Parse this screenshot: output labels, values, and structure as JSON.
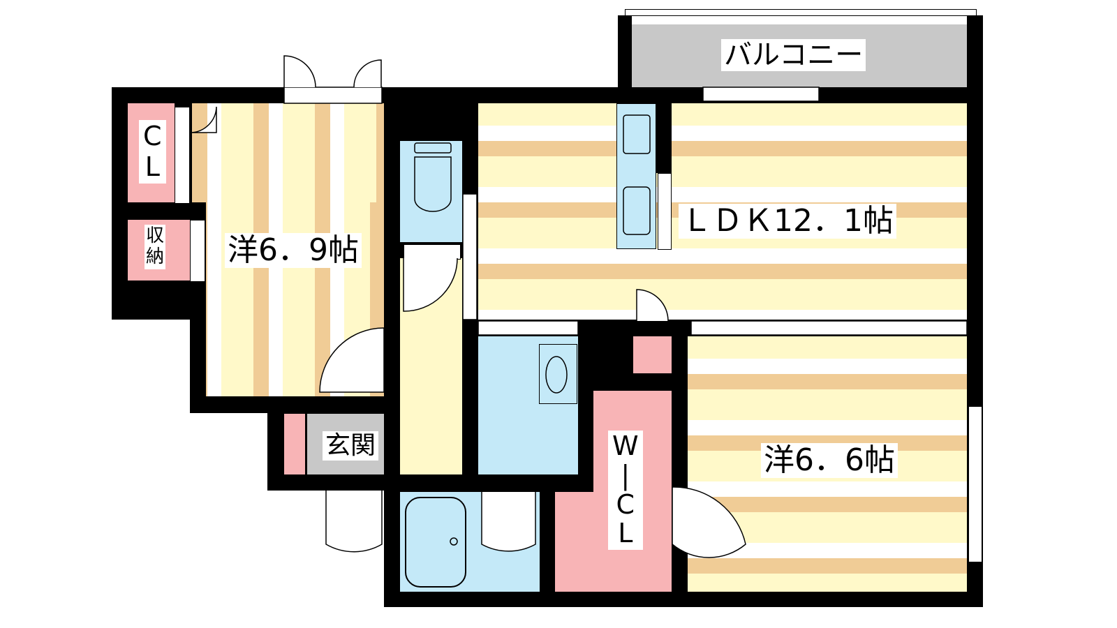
{
  "rooms": {
    "balcony": "バルコニー",
    "ldk": "ＬＤＫ12．1帖",
    "western_room_1": "洋6．9帖",
    "western_room_2": "洋6．6帖",
    "closet_c": "C",
    "closet_l": "L",
    "storage_1": "収",
    "storage_2": "納",
    "entrance": "玄関",
    "wic_w": "W",
    "wic_bar": "|",
    "wic_c": "C",
    "wic_l": "L"
  },
  "colors": {
    "wall": "#000000",
    "storage": "#f8b4b6",
    "wet_area": "#c4e9f8",
    "floor": "#fff9c9",
    "wood_stripe": "#f0cc96",
    "balcony": "#c8c8c8"
  }
}
